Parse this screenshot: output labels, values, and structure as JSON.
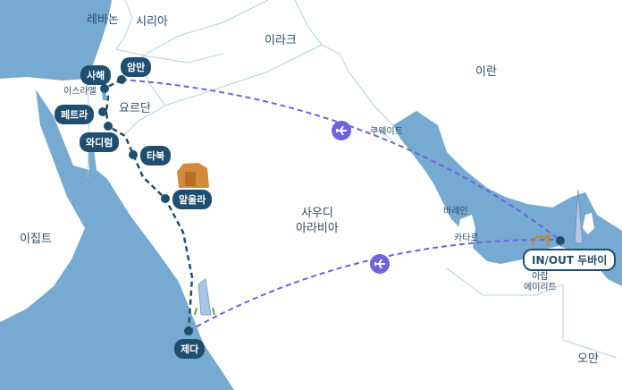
{
  "countries": {
    "lebanon": "레바논",
    "syria": "시리아",
    "iraq": "이라크",
    "iran": "이란",
    "jordan": "요르단",
    "egypt": "이집트",
    "saudi_line1": "사우디",
    "saudi_line2": "아라비아",
    "oman": "오만",
    "israel": "이스라엘",
    "kuwait": "쿠웨이트",
    "bahrain": "바레인",
    "qatar": "카타르",
    "uae_line1": "아랍",
    "uae_line2": "에미리트"
  },
  "stops": {
    "dead_sea": "사해",
    "amman": "암만",
    "petra": "페트라",
    "wadi_rum": "와디럼",
    "tabuk": "타북",
    "alula": "알울라",
    "jeddah": "제다",
    "dubai": "IN/OUT 두바이"
  },
  "colors": {
    "sea": "#76aad0",
    "label": "#1f4e6e",
    "land_route": "#1f4e6e",
    "flight_route": "#6b63e0"
  },
  "icons": [
    "airplane-icon",
    "airplane-icon",
    "alula-rock-icon",
    "jeddah-tower-icon",
    "burj-khalifa-icon",
    "camel-icon"
  ]
}
